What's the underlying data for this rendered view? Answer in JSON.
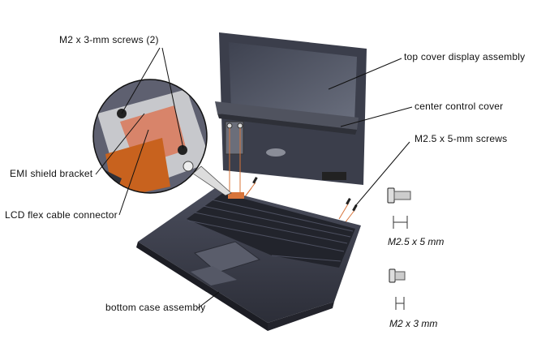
{
  "labels": {
    "m2_screws": "M2 x 3-mm screws (2)",
    "top_cover": "top cover display assembly",
    "center_control": "center control cover",
    "m25_screws": "M2.5 x 5-mm screws",
    "emi_bracket": "EMI shield bracket",
    "lcd_flex": "LCD flex cable connector",
    "bottom_case": "bottom case assembly"
  },
  "screw_legend": [
    {
      "caption": "M2.5 x 5 mm"
    },
    {
      "caption": "M2 x 3 mm"
    }
  ],
  "colors": {
    "chassis": "#3c3f4e",
    "screen": "#5a5f6e",
    "cable": "#d8743a"
  }
}
